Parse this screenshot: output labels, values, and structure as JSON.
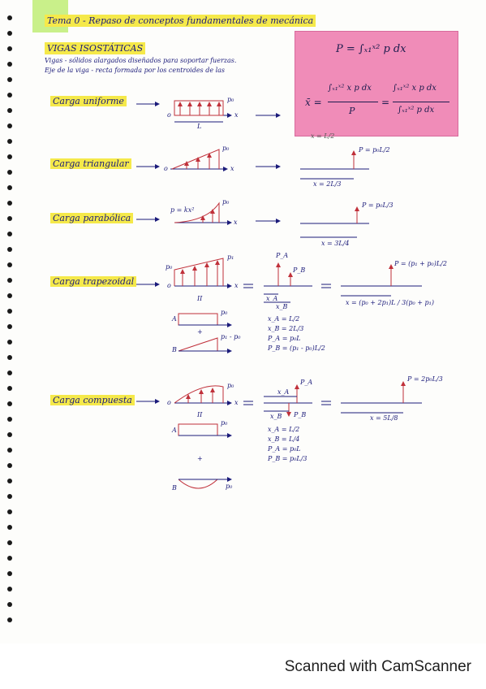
{
  "header": {
    "title": "Tema 0 - Repaso de conceptos fundamentales de mecánica",
    "section": "Vigas isostáticas",
    "intro_line1": "Vigas - sólidos alargados diseñados para soportar fuerzas.",
    "intro_line2": "Eje de la viga - recta formada por los centroides de las"
  },
  "formula_box": {
    "p_def": "P = ∫ₓ₁ˣ² p dx",
    "x_lhs": "x̄ =",
    "x_frac_num": "∫ₓ₁ˣ² x p dx",
    "x_frac_den": "P",
    "x_eq": "=",
    "x_frac2_num": "∫ₓ₁ˣ² x p dx",
    "x_frac2_den": "∫ₓ₁ˣ² p dx",
    "overflow": "x = L/2"
  },
  "rows": [
    {
      "label": "Carga uniforme",
      "load": "p₀",
      "length": "L",
      "axis": "x",
      "origin": "o",
      "resultant": "",
      "position": ""
    },
    {
      "label": "Carga triangular",
      "load": "p₀",
      "axis": "x",
      "origin": "o",
      "resultant": "P = p₀L/2",
      "position": "x = 2L/3"
    },
    {
      "label": "Carga parabólica",
      "load": "p₀",
      "curve": "p = kx²",
      "axis": "x",
      "resultant": "P = p₀L/3",
      "position": "x = 3L/4"
    },
    {
      "label": "Carga trapezoidal",
      "load0": "p₀",
      "load1": "p₁",
      "axis": "x",
      "origin": "o",
      "equiv": "II",
      "plus": "+",
      "partA": "A",
      "partA_load": "p₀",
      "partB": "B",
      "partB_load": "p₁ - p₀",
      "pa": "P_A",
      "pb": "P_B",
      "xa": "x_A",
      "xb": "x_B",
      "eqs": [
        "x_A = L/2",
        "x_B = 2L/3",
        "P_A = p₀L",
        "P_B = (p₁ - p₀)L/2"
      ],
      "resultant": "P = (p₁ + p₀)L/2",
      "position": "x = (p₀ + 2p₁)L / 3(p₀ + p₁)"
    },
    {
      "label": "Carga compuesta",
      "load": "p₀",
      "axis": "x",
      "origin": "o",
      "equiv": "II",
      "plus": "+",
      "partA": "A",
      "partA_load": "p₀",
      "partB": "B",
      "partB_load": "p₀",
      "pa": "P_A",
      "pb": "P_B",
      "xa": "x_A",
      "xb": "x_B",
      "eqs": [
        "x_A = L/2",
        "x_B = L/4",
        "P_A = p₀L",
        "P_B = p₀L/3"
      ],
      "resultant": "P = 2p₀L/3",
      "position": "x = 5L/8"
    }
  ],
  "footer": {
    "scanner": "Scanned with CamScanner"
  }
}
